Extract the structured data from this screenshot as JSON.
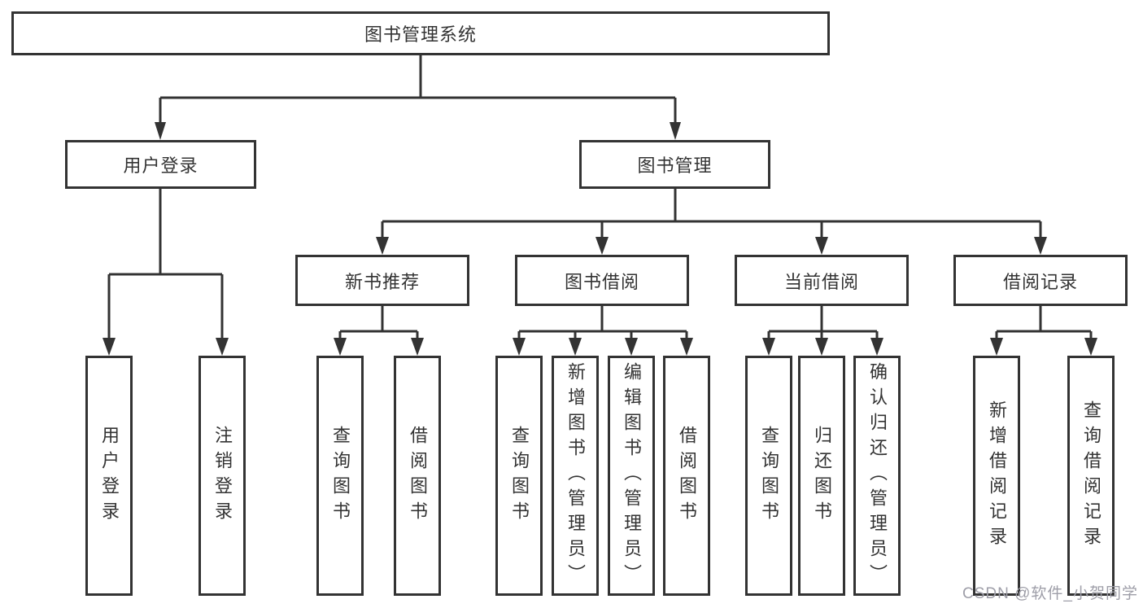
{
  "diagram": {
    "title": "图书管理系统",
    "tree": {
      "root": {
        "label": "图书管理系统"
      },
      "level2": [
        {
          "label": "用户登录"
        },
        {
          "label": "图书管理"
        }
      ],
      "level3": [
        {
          "label": "新书推荐"
        },
        {
          "label": "图书借阅"
        },
        {
          "label": "当前借阅"
        },
        {
          "label": "借阅记录"
        }
      ],
      "leaves": {
        "user_login": [
          "用户登录",
          "注销登录"
        ],
        "new_book": [
          "查询图书",
          "借阅图书"
        ],
        "book_borrow": [
          "查询图书",
          "新增图书（管理员）",
          "编辑图书（管理员）",
          "借阅图书"
        ],
        "current_borrow": [
          "查询图书",
          "归还图书",
          "确认归还（管理员）"
        ],
        "borrow_records": [
          "新增借阅记录",
          "查询借阅记录"
        ]
      }
    },
    "watermark": "CSDN @软件_小贺同学",
    "colors": {
      "line": "#333333",
      "box_border": "#333333",
      "text": "#333333",
      "background": "#ffffff",
      "watermark": "#9e9ea8"
    }
  }
}
